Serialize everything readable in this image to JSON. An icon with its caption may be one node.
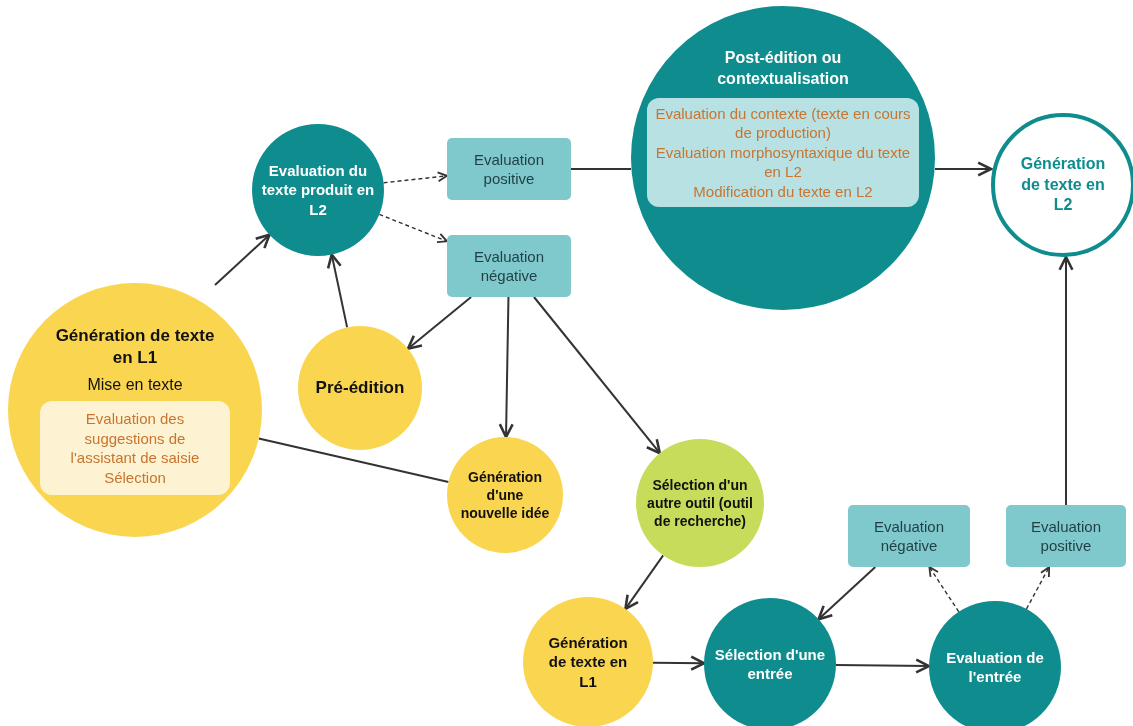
{
  "diagram": {
    "nodes": [
      {
        "text": [
          "Génération de texte en L1",
          "Mise en texte"
        ]
      },
      {
        "text": [
          "Evaluation des suggestions de l'assistant de saisie",
          "Sélection"
        ],
        "in": 0
      },
      {
        "text": [
          "Evaluation du texte produit en L2"
        ]
      },
      {
        "text": [
          "Evaluation positive"
        ]
      },
      {
        "text": [
          "Evaluation négative"
        ]
      },
      {
        "text": [
          "Pré-édition"
        ]
      },
      {
        "text": [
          "Post-édition ou contextualisation"
        ]
      },
      {
        "text": [
          "Evaluation du contexte (texte en cours de production)",
          "Evaluation morphosyntaxique du texte en L2",
          "Modification du texte en L2"
        ],
        "in": 6
      },
      {
        "text": [
          "Génération de texte en L2"
        ]
      },
      {
        "text": [
          "Génération d'une nouvelle idée"
        ]
      },
      {
        "text": [
          "Sélection d'un autre outil (outil de recherche)"
        ]
      },
      {
        "text": [
          "Génération de texte en L1"
        ]
      },
      {
        "text": [
          "Sélection d'une entrée"
        ]
      },
      {
        "text": [
          "Evaluation négative"
        ]
      },
      {
        "text": [
          "Evaluation positive"
        ]
      },
      {
        "text": [
          "Evaluation de l'entrée"
        ]
      }
    ],
    "edges": [
      {
        "from": 0,
        "to": 2,
        "arrow": "to"
      },
      {
        "from": 2,
        "to": 3,
        "arrow": "to",
        "style": "dashed"
      },
      {
        "from": 2,
        "to": 4,
        "arrow": "to",
        "style": "dashed"
      },
      {
        "from": 5,
        "to": 2,
        "arrow": "to"
      },
      {
        "from": 4,
        "to": 5,
        "arrow": "to"
      },
      {
        "from": 4,
        "to": 9,
        "arrow": "to"
      },
      {
        "from": 4,
        "to": 10,
        "arrow": "to"
      },
      {
        "from": 3,
        "to": 6,
        "arrow": "none"
      },
      {
        "from": 6,
        "to": 8,
        "arrow": "to"
      },
      {
        "from": 0,
        "to": 9,
        "arrow": "none"
      },
      {
        "from": 10,
        "to": 11,
        "arrow": "to"
      },
      {
        "from": 11,
        "to": 12,
        "arrow": "to"
      },
      {
        "from": 12,
        "to": 15,
        "arrow": "to"
      },
      {
        "from": 13,
        "to": 12,
        "arrow": "to"
      },
      {
        "from": 15,
        "to": 13,
        "arrow": "to",
        "style": "dashed"
      },
      {
        "from": 15,
        "to": 14,
        "arrow": "to",
        "style": "dashed"
      },
      {
        "from": 14,
        "to": 8,
        "arrow": "to"
      }
    ]
  }
}
